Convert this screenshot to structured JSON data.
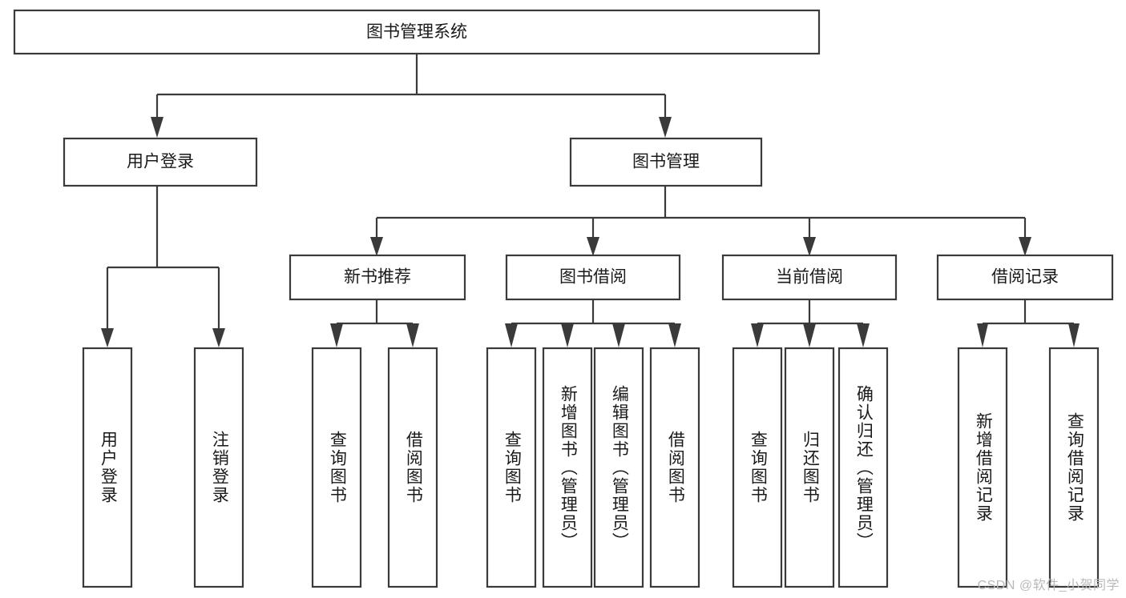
{
  "diagram": {
    "title": "图书管理系统",
    "type": "hierarchy-tree",
    "watermark": "CSDN @软件_小贺同学",
    "colors": {
      "stroke": "#3a3a3a",
      "fill": "#ffffff",
      "text": "#1a1a1a",
      "watermark": "#b9b9b9"
    },
    "levels": {
      "root": {
        "label": "图书管理系统"
      },
      "level2": [
        {
          "label": "用户登录"
        },
        {
          "label": "图书管理"
        }
      ],
      "level3": [
        {
          "label": "新书推荐"
        },
        {
          "label": "图书借阅"
        },
        {
          "label": "当前借阅"
        },
        {
          "label": "借阅记录"
        }
      ],
      "leaves": [
        {
          "label": "用户登录",
          "parent": "用户登录"
        },
        {
          "label": "注销登录",
          "parent": "用户登录"
        },
        {
          "label": "查询图书",
          "parent": "新书推荐"
        },
        {
          "label": "借阅图书",
          "parent": "新书推荐"
        },
        {
          "label": "查询图书",
          "parent": "图书借阅"
        },
        {
          "label": "新增图书（管理员）",
          "parent": "图书借阅"
        },
        {
          "label": "编辑图书（管理员）",
          "parent": "图书借阅"
        },
        {
          "label": "借阅图书",
          "parent": "图书借阅"
        },
        {
          "label": "查询图书",
          "parent": "当前借阅"
        },
        {
          "label": "归还图书",
          "parent": "当前借阅"
        },
        {
          "label": "确认归还（管理员）",
          "parent": "当前借阅"
        },
        {
          "label": "新增借阅记录",
          "parent": "借阅记录"
        },
        {
          "label": "查询借阅记录",
          "parent": "借阅记录"
        }
      ]
    }
  }
}
